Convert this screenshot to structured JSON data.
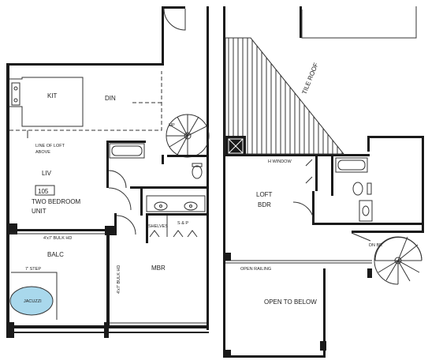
{
  "plan": {
    "rooms": {
      "kit": "KIT",
      "din": "DIN",
      "liv": "LIV",
      "balc": "BALC",
      "mbr": "MBR",
      "loft": "LOFT",
      "bdr": "BDR",
      "open_below": "OPEN TO BELOW"
    },
    "unit": {
      "number": "105",
      "name_line1": "TWO BEDROOM",
      "name_line2": "UNIT"
    },
    "notes": {
      "line_of_loft_1": "LINE OF LOFT",
      "line_of_loft_2": "ABOVE",
      "bulk_hd_balc": "4'x7' BULK HD",
      "bulk_hd_mbr": "4'x7' BULK HD",
      "step": "7' STEP",
      "jacuzzi": "JACUZZI",
      "shelves": "SHELVES",
      "sp": "S & P",
      "window": "H WINDOW",
      "tile_roof": "TILE ROOF",
      "open_railing": "OPEN RAILING",
      "dn_br": "DN BR",
      "up": "UP"
    }
  }
}
